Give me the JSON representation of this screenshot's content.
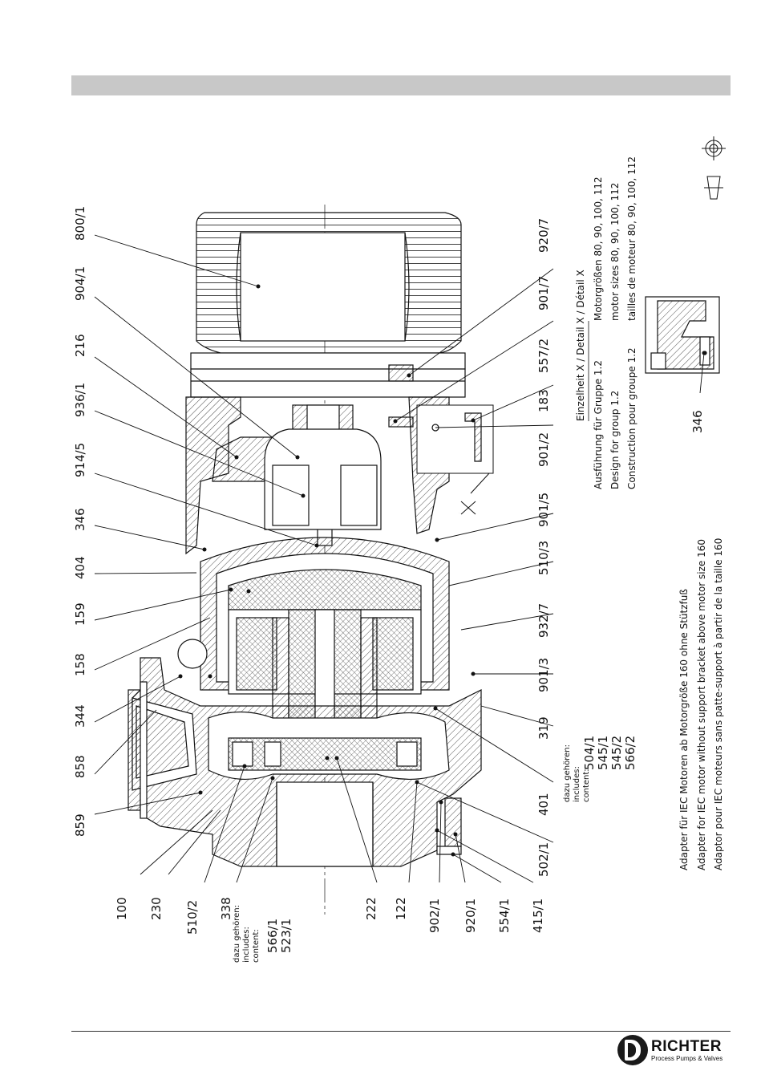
{
  "labels_top": [
    "800/1",
    "904/1",
    "216",
    "936/1",
    "914/5",
    "346",
    "404",
    "159",
    "158",
    "344",
    "858",
    "859"
  ],
  "labels_right": [
    "920/7",
    "901/7",
    "557/2",
    "183",
    "901/2",
    "901/5",
    "510/3",
    "932/7",
    "901/3",
    "319",
    "401",
    "502/1"
  ],
  "labels_bottom": [
    "100",
    "230",
    "510/2",
    "338",
    "566/1",
    "523/1",
    "222",
    "122",
    "902/1",
    "920/1",
    "554/1",
    "415/1"
  ],
  "bottom_note": {
    "lines": [
      "dazu gehören:",
      "includes:",
      "content:"
    ]
  },
  "right_note": {
    "lines": [
      "dazu gehören:",
      "includes:",
      "content:"
    ],
    "items": [
      "504/1",
      "545/1",
      "545/2",
      "566/2"
    ]
  },
  "adapter_note": [
    "Adapter für IEC Motoren ab Motorgröße 160 ohne Stützfuß",
    "Adapter for IEC motor without support bracket above motor size 160",
    "Adaptor pour IEC moteurs sans patte-support à partir de la taille 160"
  ],
  "detail_title": "Einzelheit X / Detail X / Détail X",
  "detail_rows": [
    [
      "Ausführung für Gruppe 1.2",
      "Motorgrößen 80, 90, 100, 112"
    ],
    [
      "Design for group 1.2",
      "motor sizes 80, 90, 100, 112"
    ],
    [
      "Construction pour groupe 1.2",
      "tailles de moteur 80, 90, 100, 112"
    ]
  ],
  "detail_label": "346",
  "detail_marker": "X",
  "logo": {
    "name": "RICHTER",
    "subtitle": "Process Pumps & Valves"
  },
  "colors": {
    "header_bar": "#c8c8c8",
    "line": "#111111"
  }
}
